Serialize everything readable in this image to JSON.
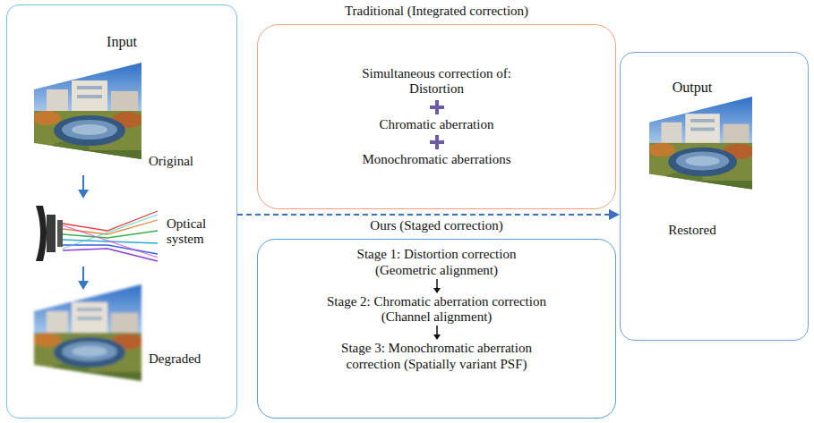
{
  "diagram": {
    "nodes": [
      {
        "text": [
          "Input"
        ]
      },
      {
        "text": [
          "Traditional (Integrated correction)",
          "Simultaneous correction of: Distortion",
          "Chromatic aberration",
          "Monochromatic aberrations"
        ]
      },
      {
        "text": [
          "Ours (Staged correction)",
          "Stage 1: Distortion correction (Geometric alignment)",
          "Stage 2: Chromatic aberration correction (Channel alignment)",
          "Stage 3: Monochromatic aberration correction (Spatially variant PSF)"
        ]
      },
      {
        "text": [
          "Output",
          "Restored"
        ]
      }
    ],
    "edges": [
      {
        "from": 0,
        "to": 3,
        "arrow": "to"
      }
    ],
    "labels": [
      "Original",
      "Optical system",
      "Degraded"
    ]
  }
}
